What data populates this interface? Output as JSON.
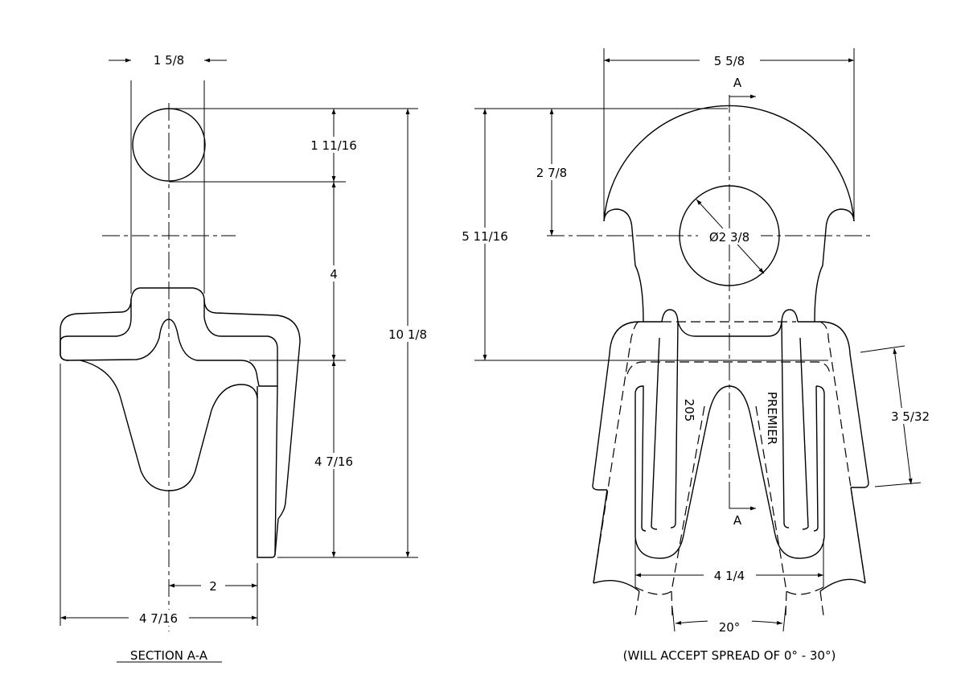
{
  "section_view": {
    "dim_width_top": "1 5/8",
    "dim_ring_height": "1 11/16",
    "dim_center_to_flange": "4",
    "dim_flange_to_bottom": "4 7/16",
    "dim_overall_height": "10 1/8",
    "dim_center_to_plate": "2",
    "dim_overall_width": "4 7/16",
    "title": "SECTION A-A"
  },
  "front_view": {
    "dim_overall_width": "5 5/8",
    "dim_overall_height": "5 11/16",
    "dim_top_to_center": "2 7/8",
    "dim_hole_diameter": "Ø2 3/8",
    "dim_leg_length": "3 5/32",
    "dim_leg_spacing": "4 1/4",
    "dim_spread_angle": "20°",
    "section_marker_top": "A",
    "section_marker_bottom": "A",
    "label_model": "205",
    "label_brand": "PREMIER",
    "note": "(WILL ACCEPT SPREAD OF 0° - 30°)"
  }
}
